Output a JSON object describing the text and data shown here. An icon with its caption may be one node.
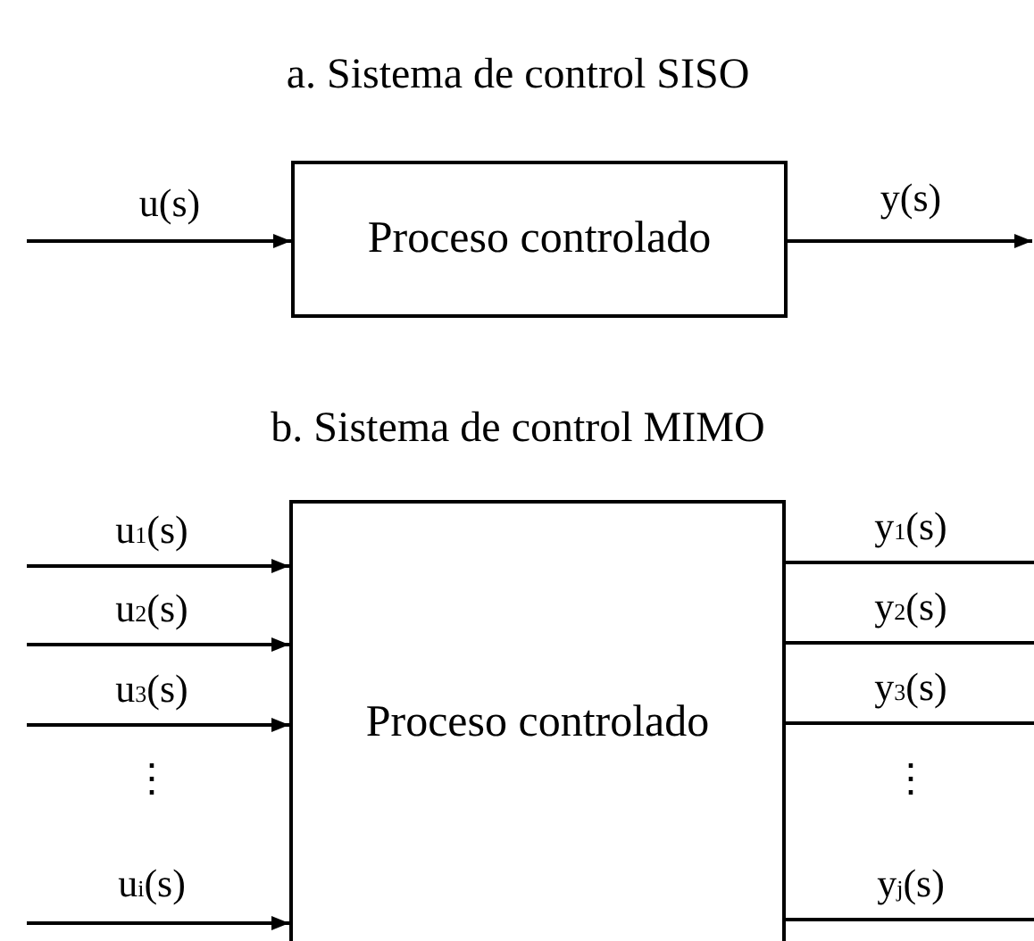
{
  "diagram": {
    "nodes": [
      {
        "text": [
          "Proceso controlado"
        ]
      },
      {
        "text": [
          "Proceso controlado"
        ]
      }
    ],
    "edges": [
      {
        "from": null,
        "to": 0,
        "arrow": "to",
        "label": "u(s)"
      },
      {
        "from": 0,
        "to": null,
        "arrow": "to",
        "label": "y(s)"
      },
      {
        "from": null,
        "to": 1,
        "arrow": "to",
        "label": "u$_{1}$(s)"
      },
      {
        "from": null,
        "to": 1,
        "arrow": "to",
        "label": "u$_{2}$(s)"
      },
      {
        "from": null,
        "to": 1,
        "arrow": "to",
        "label": "u$_{3}$(s)"
      },
      {
        "from": null,
        "to": 1,
        "arrow": "to",
        "label": "u$_{i}$(s)"
      },
      {
        "from": 1,
        "to": null,
        "arrow": "none",
        "label": "y$_{1}$(s)"
      },
      {
        "from": 1,
        "to": null,
        "arrow": "none",
        "label": "y$_{2}$(s)"
      },
      {
        "from": 1,
        "to": null,
        "arrow": "none",
        "label": "y$_{3}$(s)"
      },
      {
        "from": 1,
        "to": null,
        "arrow": "none",
        "label": "y$_{j}$(s)"
      }
    ],
    "labels": [
      "a. Sistema de control SISO",
      "b. Sistema de control MIMO",
      "⋮",
      "⋮"
    ]
  }
}
